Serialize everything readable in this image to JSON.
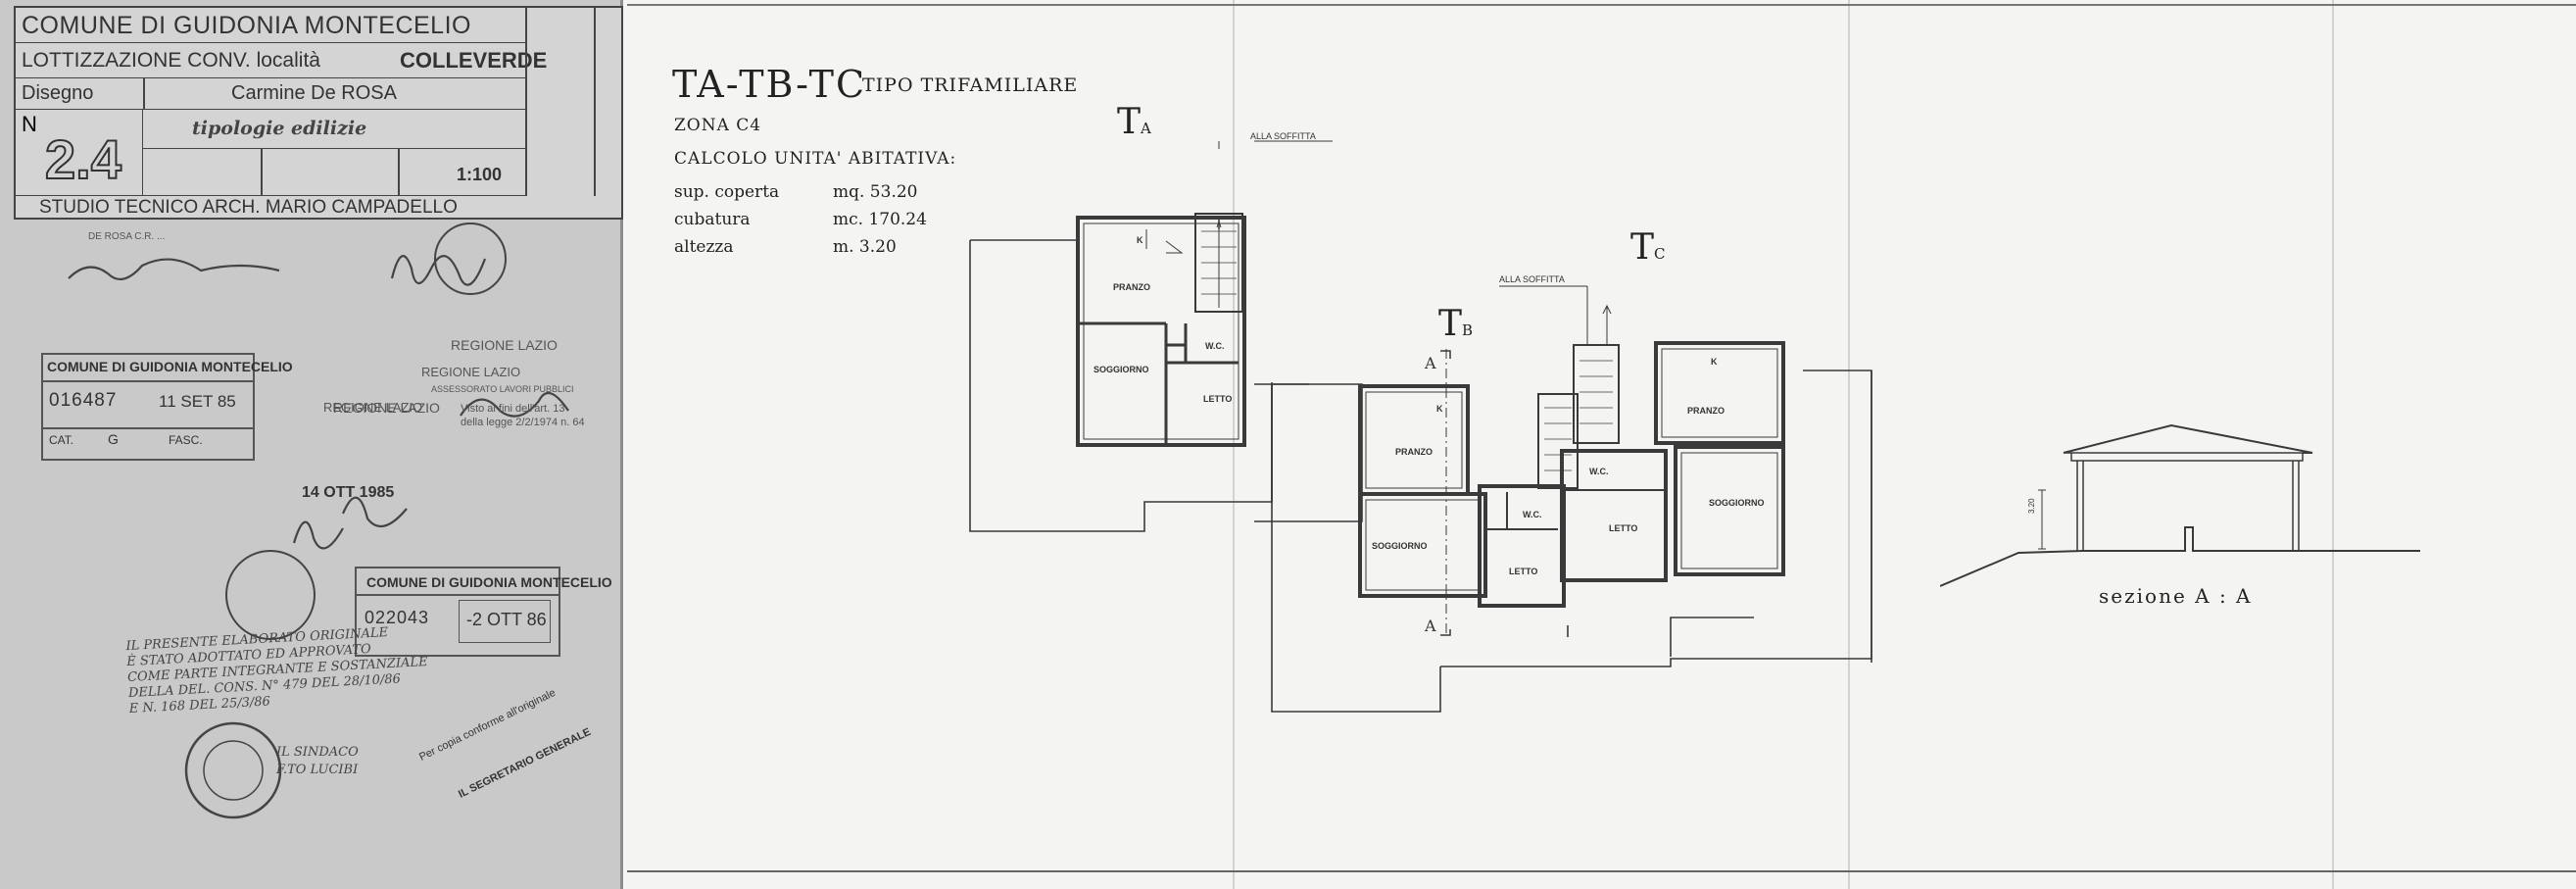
{
  "title_block": {
    "comune": "COMUNE DI GUIDONIA MONTECELIO",
    "lottizzazione_prefix": "LOTTIZZAZIONE CONV. località",
    "lottizzazione_place": "COLLEVERDE",
    "disegno_label": "Disegno",
    "designer": "Carmine De ROSA",
    "number_label": "N",
    "number": "2.4",
    "subject": "tipologie edilizie",
    "scale": "1:100",
    "studio": "STUDIO TECNICO ARCH. MARIO CAMPADELLO"
  },
  "stamps": {
    "protocol_comune": "COMUNE DI GUIDONIA MONTECELIO",
    "protocol_number": "016487",
    "protocol_date": "11 SET 85",
    "protocol_cat": "CAT.",
    "protocol_cat_val": "G",
    "protocol_fasc": "FASC.",
    "regione_lazio_1": "REGIONE LAZIO",
    "regione_lazio_2": "REGIONE LAZIO",
    "date_stamp": "14 OTT 1985",
    "comune_2": "COMUNE DI GUIDONIA MONTECELIO",
    "number_2": "022043",
    "date_2": "-2 OTT 86",
    "handwritten_note": "IL PRESENTE ELABORATO ORIGINALE\nÈ STATO ADOTTATO ED APPROVATO\nCOME PARTE INTEGRANTE E SOSTANZIALE\nDELLA DEL. CONS. N° 479 DEL 28/10/86\nE N. 168 DEL 25/3/86",
    "sindaco": "IL SINDACO",
    "sindaco_name": "F.TO LUCIBI",
    "copia_conforme": "Per copia conforme all'originale",
    "segretario": "IL SEGRETARIO GENERALE"
  },
  "drawing": {
    "heading_main": "TA-TB-TC",
    "heading_type": "TIPO TRIFAMILIARE",
    "zona": "ZONA C4",
    "calcolo": "CALCOLO UNITA' ABITATIVA:",
    "rows": [
      {
        "label": "sup. coperta",
        "value": "mq. 53.20"
      },
      {
        "label": "cubatura",
        "value": "mc. 170.24"
      },
      {
        "label": "altezza",
        "value": "m. 3.20"
      }
    ],
    "unit_a": "T",
    "unit_a_sub": "A",
    "unit_b": "T",
    "unit_b_sub": "B",
    "unit_c": "T",
    "unit_c_sub": "C",
    "alla_soffitta": "ALLA SOFFITTA",
    "rooms": {
      "pranzo": "PRANZO",
      "soggiorno": "SOGGIORNO",
      "letto": "LETTO",
      "wc": "W.C.",
      "k": "K"
    },
    "section_marker": "A",
    "section_label": "sezione A : A",
    "section_height": "3.20"
  }
}
